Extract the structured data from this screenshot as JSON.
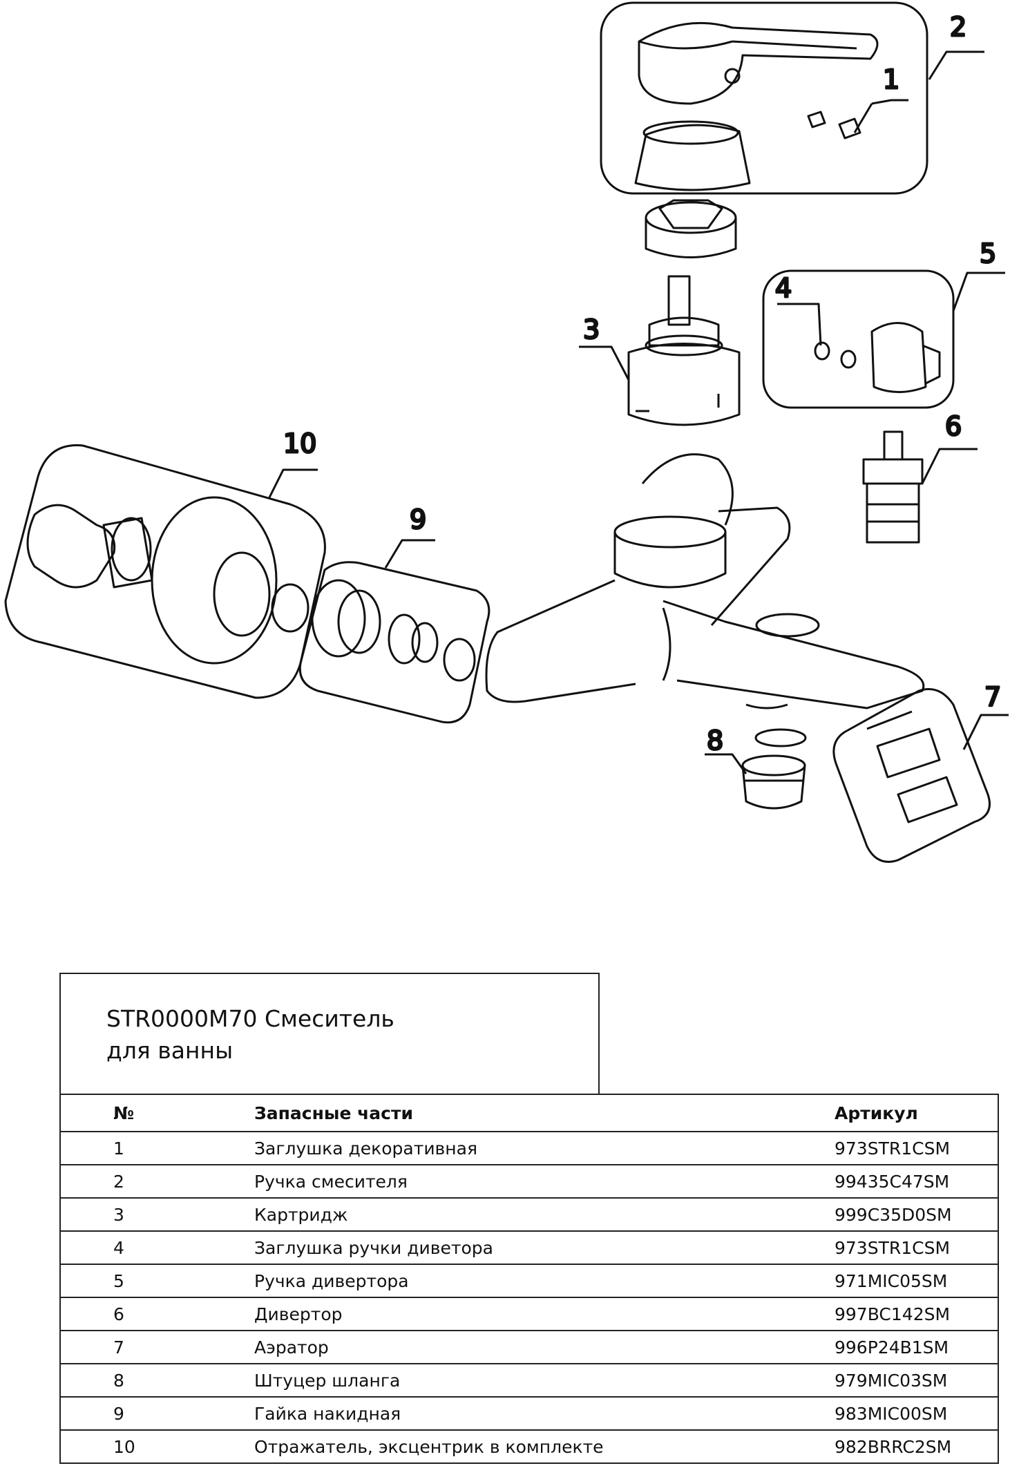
{
  "document": {
    "title_line1": "STR0000M70 Смеситель",
    "title_line2": "для ванны"
  },
  "callouts": [
    "1",
    "2",
    "3",
    "4",
    "5",
    "6",
    "7",
    "8",
    "9",
    "10"
  ],
  "table": {
    "headers": [
      "№",
      "Запасные части",
      "Артикул"
    ],
    "rows": [
      {
        "num": "1",
        "name": "Заглушка декоративная",
        "sku": "973STR1CSM"
      },
      {
        "num": "2",
        "name": "Ручка смесителя",
        "sku": "99435C47SM"
      },
      {
        "num": "3",
        "name": "Картридж",
        "sku": "999C35D0SM"
      },
      {
        "num": "4",
        "name": "Заглушка ручки диветора",
        "sku": "973STR1CSM"
      },
      {
        "num": "5",
        "name": "Ручка дивертора",
        "sku": "971MIC05SM"
      },
      {
        "num": "6",
        "name": "Дивертор",
        "sku": "997BC142SM"
      },
      {
        "num": "7",
        "name": "Аэратор",
        "sku": "996P24B1SM"
      },
      {
        "num": "8",
        "name": "Штуцер шланга",
        "sku": "979MIC03SM"
      },
      {
        "num": "9",
        "name": "Гайка накидная",
        "sku": "983MIC00SM"
      },
      {
        "num": "10",
        "name": "Отражатель, эксцентрик в комплекте",
        "sku": "982BRRC2SM"
      }
    ]
  }
}
